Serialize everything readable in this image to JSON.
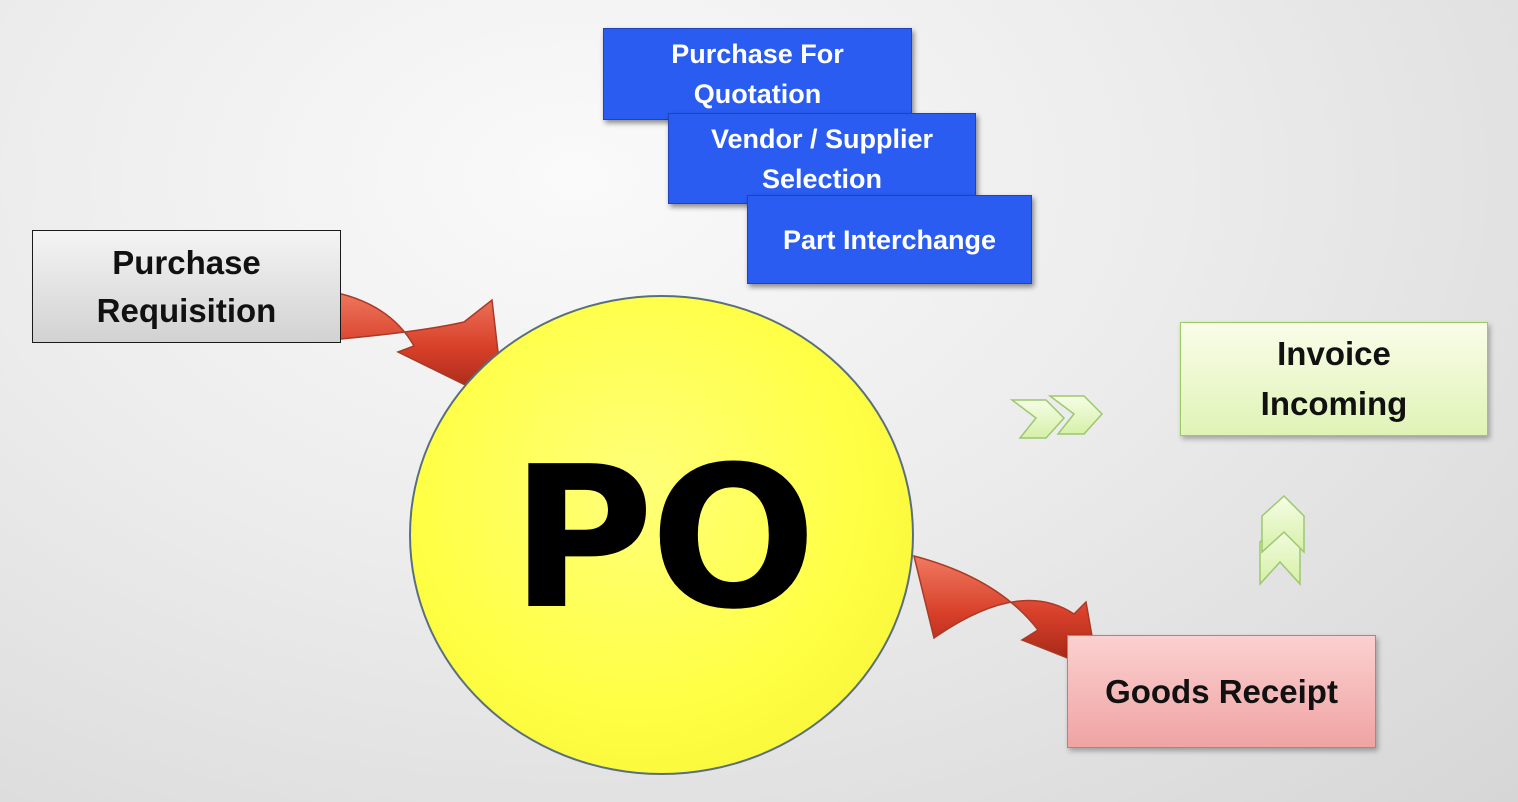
{
  "steps": {
    "purchase_for_quotation": "Purchase For Quotation",
    "vendor_selection": "Vendor / Supplier Selection",
    "part_interchange": "Part Interchange",
    "purchase_requisition": "Purchase Requisition",
    "po": "PO",
    "invoice_incoming": "Invoice Incoming",
    "goods_receipt": "Goods Receipt"
  },
  "colors": {
    "blue_box": "#2a5cf2",
    "po_circle": "#ffff45",
    "curved_arrow": "#d8402a",
    "chevron": "#e8f8c8",
    "invoice_box": "#e9f8c9",
    "goods_box": "#f6b6b6"
  },
  "icons": {
    "curved_arrow": "curved-arrow-icon",
    "chevron": "double-chevron-icon"
  }
}
